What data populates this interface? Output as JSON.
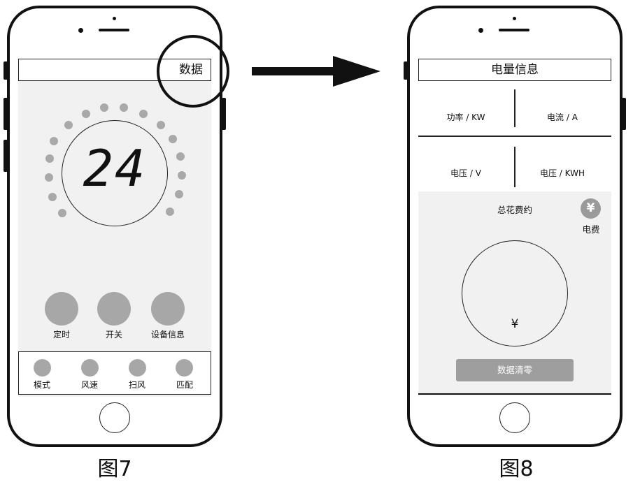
{
  "phone_left": {
    "header_data_label": "数据",
    "temperature": "24",
    "buttons": [
      {
        "label": "定时"
      },
      {
        "label": "开关"
      },
      {
        "label": "设备信息"
      }
    ],
    "bottom_nav": [
      {
        "label": "模式"
      },
      {
        "label": "风速"
      },
      {
        "label": "扫风"
      },
      {
        "label": "匹配"
      }
    ],
    "caption": "图7"
  },
  "phone_right": {
    "title": "电量信息",
    "metrics": [
      {
        "label": "功率 / KW"
      },
      {
        "label": "电流 / A"
      },
      {
        "label": "电压 / V"
      },
      {
        "label": "电压 / KWH"
      }
    ],
    "total_cost_label": "总花费约",
    "fee_icon_symbol": "¥",
    "fee_label": "电费",
    "currency_symbol": "¥",
    "reset_button_label": "数据清零",
    "caption": "图8"
  },
  "colors": {
    "stroke": "#111111",
    "screen_bg": "#f1f1f1",
    "gray_fill": "#a7a7a7",
    "button_fill": "#9e9e9e"
  }
}
